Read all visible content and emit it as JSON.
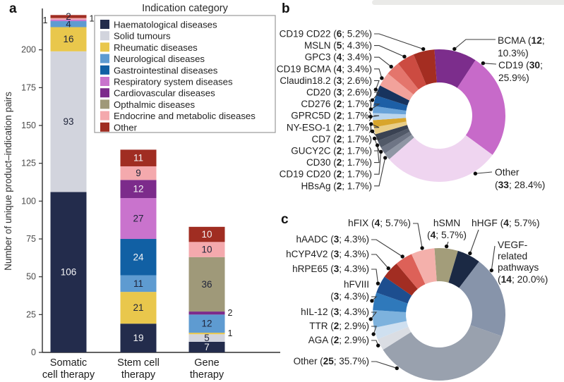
{
  "panels": {
    "a": "a",
    "b": "b",
    "c": "c"
  },
  "chart_data": [
    {
      "id": "a",
      "type": "bar",
      "stacked": true,
      "ylabel": "Number of unique product–indication pairs",
      "yticks": [
        0,
        25,
        50,
        75,
        100,
        125,
        150,
        175,
        200
      ],
      "ylim": [
        0,
        225
      ],
      "grid": false,
      "legend_position": "top-right",
      "legend_title": "Indication category",
      "legend": [
        {
          "label": "Haematological diseases",
          "color": "#232c4c"
        },
        {
          "label": "Solid tumours",
          "color": "#d2d4dd"
        },
        {
          "label": "Rheumatic diseases",
          "color": "#e9c74c"
        },
        {
          "label": "Neurological diseases",
          "color": "#5e9bd1"
        },
        {
          "label": "Gastrointestinal diseases",
          "color": "#1160a4"
        },
        {
          "label": "Respiratory system diseases",
          "color": "#c973cd"
        },
        {
          "label": "Cardiovascular diseases",
          "color": "#7c2b8b"
        },
        {
          "label": "Opthalmic diseases",
          "color": "#9f9979"
        },
        {
          "label": "Endocrine and metabolic diseases",
          "color": "#f4a9ad"
        },
        {
          "label": "Other",
          "color": "#a02d22"
        }
      ],
      "categories": [
        {
          "lines": [
            "Somatic",
            "cell therapy"
          ]
        },
        {
          "lines": [
            "Stem cell",
            "therapy"
          ]
        },
        {
          "lines": [
            "Gene",
            "therapy"
          ]
        }
      ],
      "bars": [
        {
          "category": "Somatic cell therapy",
          "total": 223,
          "segments": [
            {
              "cat": "Haematological diseases",
              "value": 106,
              "color": "#232c4c",
              "label_pos": "inside",
              "text": "light"
            },
            {
              "cat": "Solid tumours",
              "value": 93,
              "color": "#d2d4dd",
              "label_pos": "inside",
              "text": "dark"
            },
            {
              "cat": "Rheumatic diseases",
              "value": 16,
              "color": "#e9c74c",
              "label_pos": "inside",
              "text": "dark"
            },
            {
              "cat": "Neurological diseases",
              "value": 4,
              "color": "#5e9bd1",
              "label_pos": "inside",
              "text": "dark"
            },
            {
              "cat": "Respiratory system diseases",
              "value": 1,
              "color": "#c973cd",
              "label_pos": "left",
              "text": "dark"
            },
            {
              "cat": "Endocrine and metabolic diseases",
              "value": 1,
              "color": "#f4a9ad",
              "label_pos": "right",
              "text": "dark"
            },
            {
              "cat": "Other",
              "value": 2,
              "color": "#a02d22",
              "label_pos": "inside",
              "text": "dark"
            }
          ]
        },
        {
          "category": "Stem cell therapy",
          "total": 134,
          "segments": [
            {
              "cat": "Haematological diseases",
              "value": 19,
              "color": "#232c4c",
              "label_pos": "inside",
              "text": "light"
            },
            {
              "cat": "Rheumatic diseases",
              "value": 21,
              "color": "#e9c74c",
              "label_pos": "inside",
              "text": "dark"
            },
            {
              "cat": "Neurological diseases",
              "value": 11,
              "color": "#5e9bd1",
              "label_pos": "inside",
              "text": "dark"
            },
            {
              "cat": "Gastrointestinal diseases",
              "value": 24,
              "color": "#1160a4",
              "label_pos": "inside",
              "text": "light"
            },
            {
              "cat": "Respiratory system diseases",
              "value": 27,
              "color": "#c973cd",
              "label_pos": "inside",
              "text": "dark"
            },
            {
              "cat": "Cardiovascular diseases",
              "value": 12,
              "color": "#7c2b8b",
              "label_pos": "inside",
              "text": "light"
            },
            {
              "cat": "Endocrine and metabolic diseases",
              "value": 9,
              "color": "#f4a9ad",
              "label_pos": "inside",
              "text": "dark"
            },
            {
              "cat": "Other",
              "value": 11,
              "color": "#a02d22",
              "label_pos": "inside",
              "text": "light"
            }
          ]
        },
        {
          "category": "Gene therapy",
          "total": 83,
          "segments": [
            {
              "cat": "Haematological diseases",
              "value": 7,
              "color": "#232c4c",
              "label_pos": "inside",
              "text": "light"
            },
            {
              "cat": "Solid tumours",
              "value": 5,
              "color": "#d2d4dd",
              "label_pos": "inside",
              "text": "dark"
            },
            {
              "cat": "Rheumatic diseases",
              "value": 1,
              "color": "#e9c74c",
              "label_pos": "right",
              "text": "dark"
            },
            {
              "cat": "Neurological diseases",
              "value": 12,
              "color": "#5e9bd1",
              "label_pos": "inside",
              "text": "dark"
            },
            {
              "cat": "Cardiovascular diseases",
              "value": 2,
              "color": "#7c2b8b",
              "label_pos": "right",
              "text": "dark"
            },
            {
              "cat": "Opthalmic diseases",
              "value": 36,
              "color": "#9f9979",
              "label_pos": "inside",
              "text": "dark"
            },
            {
              "cat": "Endocrine and metabolic diseases",
              "value": 10,
              "color": "#f4a9ad",
              "label_pos": "inside",
              "text": "dark"
            },
            {
              "cat": "Other",
              "value": 10,
              "color": "#a02d22",
              "label_pos": "inside",
              "text": "light"
            }
          ]
        }
      ]
    },
    {
      "id": "b",
      "type": "pie",
      "donut": true,
      "total": 116,
      "segments": [
        {
          "name": "BCMA",
          "value": 12,
          "pct": "10.3%",
          "color": "#7c2d8c"
        },
        {
          "name": "CD19",
          "value": 30,
          "pct": "25.9%",
          "color": "#c76ac9"
        },
        {
          "name": "Other",
          "value": 33,
          "pct": "28.4%",
          "color": "#efd5f0"
        },
        {
          "name": "HBsAg",
          "value": 2,
          "pct": "1.7%",
          "color": "#8f96a4"
        },
        {
          "name": "CD19 CD20",
          "value": 2,
          "pct": "1.7%",
          "color": "#6e7585"
        },
        {
          "name": "CD30",
          "value": 2,
          "pct": "1.7%",
          "color": "#515968"
        },
        {
          "name": "GUCY2C",
          "value": 2,
          "pct": "1.7%",
          "color": "#3a4252"
        },
        {
          "name": "CD7",
          "value": 2,
          "pct": "1.7%",
          "color": "#e9cd86"
        },
        {
          "name": "NY-ESO-1",
          "value": 2,
          "pct": "1.7%",
          "color": "#d8a52c"
        },
        {
          "name": "GPRC5D",
          "value": 2,
          "pct": "1.7%",
          "color": "#b9d5ee"
        },
        {
          "name": "CD276",
          "value": 2,
          "pct": "1.7%",
          "color": "#69a3d9"
        },
        {
          "name": "CD20",
          "value": 3,
          "pct": "2.6%",
          "color": "#1d5fa6"
        },
        {
          "name": "Claudin18.2",
          "value": 3,
          "pct": "2.6%",
          "color": "#17335e"
        },
        {
          "name": "CD19 BCMA",
          "value": 4,
          "pct": "3.4%",
          "color": "#f2a29b"
        },
        {
          "name": "GPC3",
          "value": 4,
          "pct": "3.4%",
          "color": "#e4756c"
        },
        {
          "name": "MSLN",
          "value": 5,
          "pct": "4.3%",
          "color": "#cc4b41"
        },
        {
          "name": "CD19 CD22",
          "value": 6,
          "pct": "5.2%",
          "color": "#a42d21"
        }
      ],
      "labels_left": [
        {
          "text": "CD19 CD22 (**6**; 5.2%)",
          "seg": "CD19 CD22"
        },
        {
          "text": "MSLN (**5**; 4.3%)",
          "seg": "MSLN"
        },
        {
          "text": "GPC3 (**4**; 3.4%)",
          "seg": "GPC3"
        },
        {
          "text": "CD19 BCMA (**4**; 3.4%)",
          "seg": "CD19 BCMA"
        },
        {
          "text": "Claudin18.2 (**3**; 2.6%)",
          "seg": "Claudin18.2"
        },
        {
          "text": "CD20 (**3**; 2.6%)",
          "seg": "CD20"
        },
        {
          "text": "CD276 (**2**; 1.7%)",
          "seg": "CD276"
        },
        {
          "text": "GPRC5D (**2**; 1.7%)",
          "seg": "GPRC5D"
        },
        {
          "text": "NY-ESO-1 (**2**; 1.7%)",
          "seg": "NY-ESO-1"
        },
        {
          "text": "CD7 (**2**; 1.7%)",
          "seg": "CD7"
        },
        {
          "text": "GUCY2C (**2**; 1.7%)",
          "seg": "GUCY2C"
        },
        {
          "text": "CD30 (**2**; 1.7%)",
          "seg": "CD30"
        },
        {
          "text": "CD19 CD20 (**2**; 1.7%)",
          "seg": "CD19 CD20"
        },
        {
          "text": "HBsAg (**2**; 1.7%)",
          "seg": "HBsAg"
        }
      ],
      "labels_right": [
        {
          "lines": [
            "BCMA (**12**;",
            "10.3%)"
          ],
          "seg": "BCMA"
        },
        {
          "lines": [
            "CD19 (**30**;",
            "25.9%)"
          ],
          "seg": "CD19"
        },
        {
          "lines": [
            "Other",
            "(**33**; 28.4%)"
          ],
          "seg": "Other"
        }
      ]
    },
    {
      "id": "c",
      "type": "pie",
      "donut": true,
      "total": 70,
      "segments": [
        {
          "name": "hSMN",
          "value": 4,
          "pct": "5.7%",
          "color": "#a39d7a"
        },
        {
          "name": "hHGF",
          "value": 4,
          "pct": "5.7%",
          "color": "#1b2944"
        },
        {
          "name": "VEGF-related pathways",
          "value": 14,
          "pct": "20.0%",
          "color": "#8794aa"
        },
        {
          "name": "Other",
          "value": 25,
          "pct": "35.7%",
          "color": "#99a1ae"
        },
        {
          "name": "AGA",
          "value": 2,
          "pct": "2.9%",
          "color": "#dadde3"
        },
        {
          "name": "TTR",
          "value": 2,
          "pct": "2.9%",
          "color": "#cfe0f0"
        },
        {
          "name": "hIL-12",
          "value": 3,
          "pct": "4.3%",
          "color": "#7db2dd"
        },
        {
          "name": "hFVIII",
          "value": 3,
          "pct": "4.3%",
          "color": "#2f79bb"
        },
        {
          "name": "hRPE65",
          "value": 3,
          "pct": "4.3%",
          "color": "#1d4e8f"
        },
        {
          "name": "hCYP4V2",
          "value": 3,
          "pct": "4.3%",
          "color": "#a22d22"
        },
        {
          "name": "hAADC",
          "value": 3,
          "pct": "4.3%",
          "color": "#dd6158"
        },
        {
          "name": "hFIX",
          "value": 4,
          "pct": "5.7%",
          "color": "#f4b0ab"
        }
      ],
      "labels_left": [
        {
          "lines": [
            "hAADC (**3**; 4.3%)"
          ],
          "seg": "hAADC"
        },
        {
          "lines": [
            "hCYP4V2 (**3**; 4.3%)"
          ],
          "seg": "hCYP4V2"
        },
        {
          "lines": [
            "hRPE65 (**3**; 4.3%)"
          ],
          "seg": "hRPE65"
        },
        {
          "lines": [
            "hFVIII",
            "(**3**; 4.3%)"
          ],
          "seg": "hFVIII"
        },
        {
          "lines": [
            "hIL-12 (**3**; 4.3%)"
          ],
          "seg": "hIL-12"
        },
        {
          "lines": [
            "TTR (**2**; 2.9%)"
          ],
          "seg": "TTR"
        },
        {
          "lines": [
            "AGA (**2**; 2.9%)"
          ],
          "seg": "AGA"
        },
        {
          "lines": [
            "Other (**25**; 35.7%)"
          ],
          "seg": "Other"
        }
      ],
      "labels_top": [
        {
          "lines": [
            "hFIX (**4**; 5.7%)"
          ],
          "seg": "hFIX"
        },
        {
          "lines": [
            "hSMN",
            "(**4**; 5.7%)"
          ],
          "seg": "hSMN"
        },
        {
          "lines": [
            "hHGF (**4**; 5.7%)"
          ],
          "seg": "hHGF"
        },
        {
          "lines": [
            "VEGF-",
            "related",
            "pathways",
            "(**14**; 20.0%)"
          ],
          "seg": "VEGF-related pathways"
        }
      ]
    }
  ]
}
